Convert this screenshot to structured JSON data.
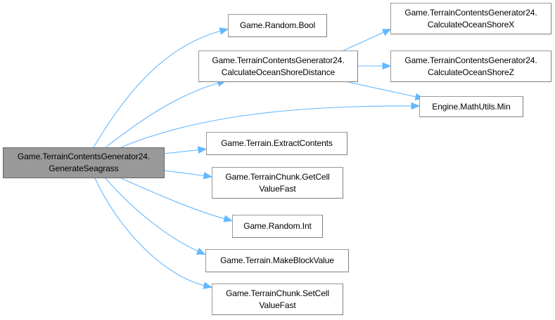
{
  "diagram": {
    "type": "call-graph",
    "edge_color": "#63b8ff",
    "root_fill": "#999999",
    "nodes": [
      {
        "id": "root",
        "lines": [
          "Game.TerrainContentsGenerator24.",
          "GenerateSeagrass"
        ],
        "root": true
      },
      {
        "id": "random-bool",
        "lines": [
          "Game.Random.Bool"
        ]
      },
      {
        "id": "calc-shore-distance",
        "lines": [
          "Game.TerrainContentsGenerator24.",
          "CalculateOceanShoreDistance"
        ]
      },
      {
        "id": "calc-shore-x",
        "lines": [
          "Game.TerrainContentsGenerator24.",
          "CalculateOceanShoreX"
        ]
      },
      {
        "id": "calc-shore-z",
        "lines": [
          "Game.TerrainContentsGenerator24.",
          "CalculateOceanShoreZ"
        ]
      },
      {
        "id": "mathutils-min",
        "lines": [
          "Engine.MathUtils.Min"
        ]
      },
      {
        "id": "extract-contents",
        "lines": [
          "Game.Terrain.ExtractContents"
        ]
      },
      {
        "id": "get-cell-value-fast",
        "lines": [
          "Game.TerrainChunk.GetCell",
          "ValueFast"
        ]
      },
      {
        "id": "random-int",
        "lines": [
          "Game.Random.Int"
        ]
      },
      {
        "id": "make-block-value",
        "lines": [
          "Game.Terrain.MakeBlockValue"
        ]
      },
      {
        "id": "set-cell-value-fast",
        "lines": [
          "Game.TerrainChunk.SetCell",
          "ValueFast"
        ]
      }
    ],
    "edges": [
      {
        "from": "root",
        "to": "random-bool"
      },
      {
        "from": "root",
        "to": "calc-shore-distance"
      },
      {
        "from": "root",
        "to": "mathutils-min"
      },
      {
        "from": "root",
        "to": "extract-contents"
      },
      {
        "from": "root",
        "to": "get-cell-value-fast"
      },
      {
        "from": "root",
        "to": "random-int"
      },
      {
        "from": "root",
        "to": "make-block-value"
      },
      {
        "from": "root",
        "to": "set-cell-value-fast"
      },
      {
        "from": "calc-shore-distance",
        "to": "calc-shore-x"
      },
      {
        "from": "calc-shore-distance",
        "to": "calc-shore-z"
      },
      {
        "from": "calc-shore-distance",
        "to": "mathutils-min"
      }
    ]
  }
}
